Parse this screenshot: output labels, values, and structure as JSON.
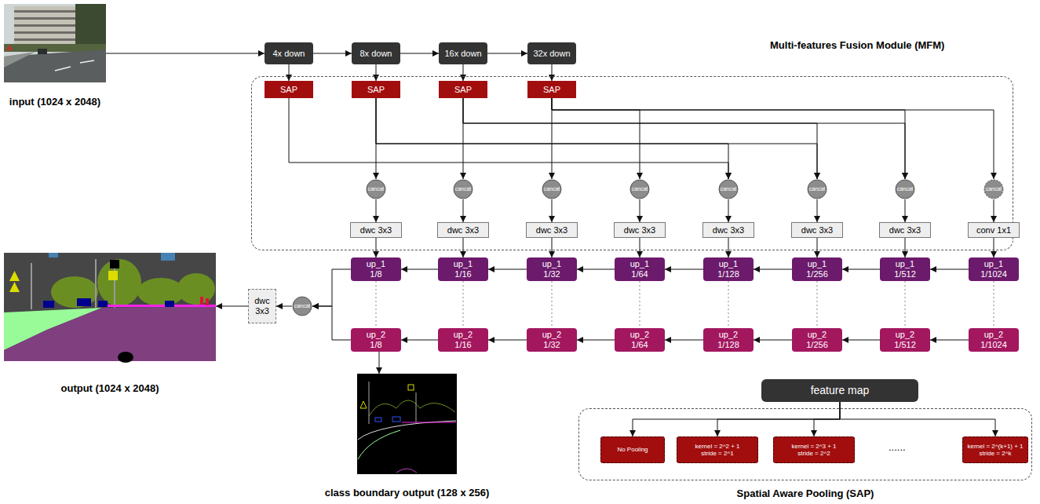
{
  "diagram": {
    "nodes": [
      {
        "text": [
          "input (1024 x 2048)"
        ]
      },
      {
        "text": [
          "4x down"
        ]
      },
      {
        "text": [
          "8x down"
        ]
      },
      {
        "text": [
          "16x down"
        ]
      },
      {
        "text": [
          "32x down"
        ]
      },
      {
        "text": [
          "Multi-features Fusion Module (MFM)"
        ]
      },
      {
        "text": [
          "SAP"
        ],
        "in": 5
      },
      {
        "text": [
          "SAP"
        ],
        "in": 5
      },
      {
        "text": [
          "SAP"
        ],
        "in": 5
      },
      {
        "text": [
          "SAP"
        ],
        "in": 5
      },
      {
        "text": [
          "cancat"
        ],
        "in": 5
      },
      {
        "text": [
          "cancat"
        ],
        "in": 5
      },
      {
        "text": [
          "cancat"
        ],
        "in": 5
      },
      {
        "text": [
          "cancat"
        ],
        "in": 5
      },
      {
        "text": [
          "cancat"
        ],
        "in": 5
      },
      {
        "text": [
          "cancat"
        ],
        "in": 5
      },
      {
        "text": [
          "cancat"
        ],
        "in": 5
      },
      {
        "text": [
          "cancat"
        ],
        "in": 5
      },
      {
        "text": [
          "dwc 3x3"
        ],
        "in": 5
      },
      {
        "text": [
          "dwc 3x3"
        ],
        "in": 5
      },
      {
        "text": [
          "dwc 3x3"
        ],
        "in": 5
      },
      {
        "text": [
          "dwc 3x3"
        ],
        "in": 5
      },
      {
        "text": [
          "dwc 3x3"
        ],
        "in": 5
      },
      {
        "text": [
          "dwc 3x3"
        ],
        "in": 5
      },
      {
        "text": [
          "dwc 3x3"
        ],
        "in": 5
      },
      {
        "text": [
          "conv 1x1"
        ],
        "in": 5
      },
      {
        "text": [
          "up_1",
          "1/8"
        ]
      },
      {
        "text": [
          "up_1",
          "1/16"
        ]
      },
      {
        "text": [
          "up_1",
          "1/32"
        ]
      },
      {
        "text": [
          "up_1",
          "1/64"
        ]
      },
      {
        "text": [
          "up_1",
          "1/128"
        ]
      },
      {
        "text": [
          "up_1",
          "1/256"
        ]
      },
      {
        "text": [
          "up_1",
          "1/512"
        ]
      },
      {
        "text": [
          "up_1",
          "1/1024"
        ]
      },
      {
        "text": [
          "up_2",
          "1/8"
        ]
      },
      {
        "text": [
          "up_2",
          "1/16"
        ]
      },
      {
        "text": [
          "up_2",
          "1/32"
        ]
      },
      {
        "text": [
          "up_2",
          "1/64"
        ]
      },
      {
        "text": [
          "up_2",
          "1/128"
        ]
      },
      {
        "text": [
          "up_2",
          "1/256"
        ]
      },
      {
        "text": [
          "up_2",
          "1/512"
        ]
      },
      {
        "text": [
          "up_2",
          "1/1024"
        ]
      },
      {
        "text": [
          "cancat"
        ]
      },
      {
        "text": [
          "dwc 3x3"
        ]
      },
      {
        "text": [
          "output (1024 x 2048)"
        ]
      },
      {
        "text": [
          "class boundary output (128 x 256)"
        ]
      },
      {
        "text": [
          "feature map"
        ]
      },
      {
        "text": [
          "Spatial Aware Pooling (SAP)"
        ]
      },
      {
        "text": [
          "No Pooling"
        ],
        "in": 47
      },
      {
        "text": [
          "kernel = 2^2 + 1",
          "stride = 2^1"
        ],
        "in": 47
      },
      {
        "text": [
          "kernel = 2^3 + 1",
          "stride = 2^2"
        ],
        "in": 47
      },
      {
        "text": [
          "kernel = 2^(k+1) + 1",
          "stride = 2^k"
        ],
        "in": 47
      }
    ],
    "edges": [
      {
        "from": 0,
        "to": 1,
        "arrow": "to"
      },
      {
        "from": 1,
        "to": 2,
        "arrow": "to"
      },
      {
        "from": 2,
        "to": 3,
        "arrow": "to"
      },
      {
        "from": 3,
        "to": 4,
        "arrow": "to"
      },
      {
        "from": 1,
        "to": 6,
        "arrow": "to"
      },
      {
        "from": 2,
        "to": 7,
        "arrow": "to"
      },
      {
        "from": 3,
        "to": 8,
        "arrow": "to"
      },
      {
        "from": 4,
        "to": 9,
        "arrow": "to"
      },
      {
        "from": 7,
        "to": 10,
        "arrow": "to"
      },
      {
        "from": 8,
        "to": 11,
        "arrow": "to"
      },
      {
        "from": 9,
        "to": 12,
        "arrow": "to"
      },
      {
        "from": 9,
        "to": 13,
        "arrow": "to"
      },
      {
        "from": 9,
        "to": 16,
        "arrow": "to"
      },
      {
        "from": 9,
        "to": 17,
        "arrow": "to"
      },
      {
        "from": 8,
        "to": 15,
        "arrow": "to"
      },
      {
        "from": 8,
        "to": 16,
        "arrow": "to"
      },
      {
        "from": 7,
        "to": 14,
        "arrow": "to"
      },
      {
        "from": 7,
        "to": 15,
        "arrow": "to"
      },
      {
        "from": 6,
        "to": 14,
        "arrow": "to"
      },
      {
        "from": 10,
        "to": 18,
        "arrow": "to"
      },
      {
        "from": 11,
        "to": 19,
        "arrow": "to"
      },
      {
        "from": 12,
        "to": 20,
        "arrow": "to"
      },
      {
        "from": 13,
        "to": 21,
        "arrow": "to"
      },
      {
        "from": 14,
        "to": 22,
        "arrow": "to"
      },
      {
        "from": 15,
        "to": 23,
        "arrow": "to"
      },
      {
        "from": 16,
        "to": 24,
        "arrow": "to"
      },
      {
        "from": 17,
        "to": 25,
        "arrow": "to"
      },
      {
        "from": 18,
        "to": 26,
        "arrow": "to"
      },
      {
        "from": 19,
        "to": 27,
        "arrow": "to"
      },
      {
        "from": 20,
        "to": 28,
        "arrow": "to"
      },
      {
        "from": 21,
        "to": 29,
        "arrow": "to"
      },
      {
        "from": 22,
        "to": 30,
        "arrow": "to"
      },
      {
        "from": 23,
        "to": 31,
        "arrow": "to"
      },
      {
        "from": 24,
        "to": 32,
        "arrow": "to"
      },
      {
        "from": 25,
        "to": 33,
        "arrow": "to"
      },
      {
        "from": 33,
        "to": 32,
        "arrow": "to"
      },
      {
        "from": 32,
        "to": 31,
        "arrow": "to"
      },
      {
        "from": 31,
        "to": 30,
        "arrow": "to"
      },
      {
        "from": 30,
        "to": 29,
        "arrow": "to"
      },
      {
        "from": 29,
        "to": 28,
        "arrow": "to"
      },
      {
        "from": 28,
        "to": 27,
        "arrow": "to"
      },
      {
        "from": 27,
        "to": 26,
        "arrow": "to"
      },
      {
        "from": 41,
        "to": 40,
        "arrow": "to"
      },
      {
        "from": 40,
        "to": 39,
        "arrow": "to"
      },
      {
        "from": 39,
        "to": 38,
        "arrow": "to"
      },
      {
        "from": 38,
        "to": 37,
        "arrow": "to"
      },
      {
        "from": 37,
        "to": 36,
        "arrow": "to"
      },
      {
        "from": 36,
        "to": 35,
        "arrow": "to"
      },
      {
        "from": 35,
        "to": 34,
        "arrow": "to"
      },
      {
        "from": 26,
        "to": 34,
        "arrow": "none"
      },
      {
        "from": 27,
        "to": 35,
        "arrow": "none"
      },
      {
        "from": 28,
        "to": 36,
        "arrow": "none"
      },
      {
        "from": 29,
        "to": 37,
        "arrow": "none"
      },
      {
        "from": 30,
        "to": 38,
        "arrow": "none"
      },
      {
        "from": 31,
        "to": 39,
        "arrow": "none"
      },
      {
        "from": 32,
        "to": 40,
        "arrow": "none"
      },
      {
        "from": 33,
        "to": 41,
        "arrow": "none"
      },
      {
        "from": 26,
        "to": 42,
        "arrow": "to"
      },
      {
        "from": 34,
        "to": 42,
        "arrow": "to"
      },
      {
        "from": 42,
        "to": 43,
        "arrow": "to"
      },
      {
        "from": 43,
        "to": 44,
        "arrow": "to"
      },
      {
        "from": 34,
        "to": 45,
        "arrow": "to"
      },
      {
        "from": 46,
        "to": 48,
        "arrow": "to"
      },
      {
        "from": 46,
        "to": 49,
        "arrow": "to"
      },
      {
        "from": 46,
        "to": 50,
        "arrow": "to"
      },
      {
        "from": 46,
        "to": 51,
        "arrow": "to"
      }
    ],
    "labels": [
      "......"
    ]
  }
}
